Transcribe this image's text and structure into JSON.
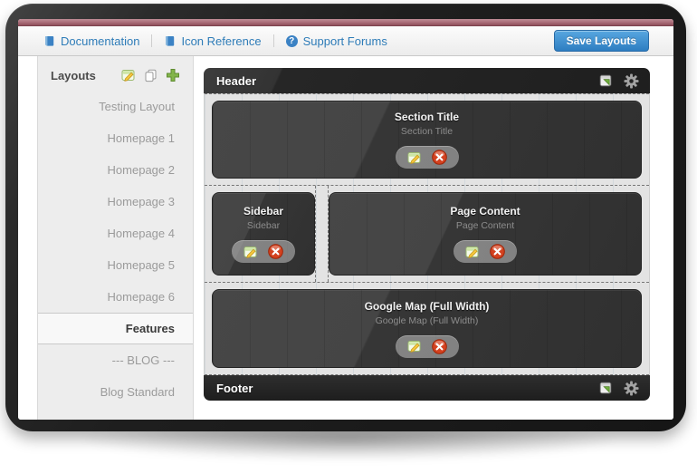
{
  "toolbar": {
    "links": [
      {
        "label": "Documentation",
        "icon": "book-icon"
      },
      {
        "label": "Icon Reference",
        "icon": "book-icon"
      },
      {
        "label": "Support Forums",
        "icon": "help-icon",
        "glyph": "?"
      }
    ],
    "save_label": "Save Layouts"
  },
  "sidebar": {
    "title": "Layouts",
    "action_icons": [
      "edit-icon",
      "copy-icon",
      "add-icon"
    ],
    "items": [
      {
        "label": "Testing Layout",
        "selected": false
      },
      {
        "label": "Homepage 1",
        "selected": false
      },
      {
        "label": "Homepage 2",
        "selected": false
      },
      {
        "label": "Homepage 3",
        "selected": false
      },
      {
        "label": "Homepage 4",
        "selected": false
      },
      {
        "label": "Homepage 5",
        "selected": false
      },
      {
        "label": "Homepage 6",
        "selected": false
      },
      {
        "label": "Features",
        "selected": true
      },
      {
        "label": "--- BLOG ---",
        "selected": false
      },
      {
        "label": "Blog Standard",
        "selected": false
      }
    ]
  },
  "builder": {
    "header_label": "Header",
    "footer_label": "Footer",
    "bar_action_icons": [
      "add-element-icon",
      "gear-icon"
    ],
    "block_action_icons": [
      "edit-icon",
      "delete-icon"
    ],
    "rows": [
      {
        "columns": [
          {
            "title": "Section Title",
            "subtitle": "Section Title"
          }
        ]
      },
      {
        "columns": [
          {
            "title": "Sidebar",
            "subtitle": "Sidebar"
          },
          {
            "title": "Page Content",
            "subtitle": "Page Content"
          }
        ]
      },
      {
        "columns": [
          {
            "title": "Google Map (Full Width)",
            "subtitle": "Google Map (Full Width)"
          }
        ]
      }
    ]
  },
  "colors": {
    "link_blue": "#2e7cb8",
    "button_blue": "#3584c4",
    "top_strip_maroon": "#a86b77",
    "bar_dark": "#262626",
    "block_dark": "#3a3a3a",
    "canvas_gray": "#e3e3e3",
    "delete_red": "#cc2a0e",
    "add_green": "#7cb24a"
  }
}
